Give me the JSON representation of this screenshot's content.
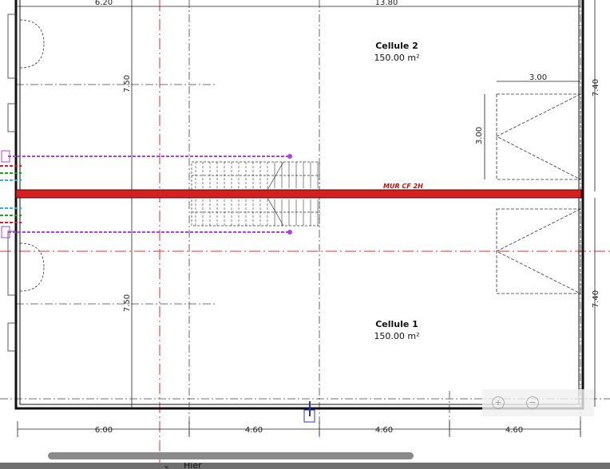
{
  "plan": {
    "top_dims": [
      "6.20",
      "13.80"
    ],
    "bottom_dims": [
      "6.00",
      "4.60",
      "4.60",
      "4.60"
    ],
    "left_dims": [
      "7.50",
      "7.50"
    ],
    "right_dims": [
      "7.40",
      "7.40"
    ],
    "door_dims": {
      "width": "3.00",
      "height": "3.00"
    },
    "wall_label": "MUR CF 2H",
    "rooms": [
      {
        "name": "Cellule 2",
        "area": "150.00 m²"
      },
      {
        "name": "Cellule 1",
        "area": "150.00 m²"
      }
    ],
    "colors": {
      "firewall": "#d42020",
      "axis": "#e03030",
      "network": "#b040e0",
      "pipe_red": "#e02020",
      "pipe_green": "#20a020",
      "pipe_blue": "#30b0e0"
    }
  },
  "viewer": {
    "zoom_in_icon": "zoom-in-icon",
    "zoom_out_icon": "zoom-out-icon",
    "bottom_label": "Hier"
  }
}
